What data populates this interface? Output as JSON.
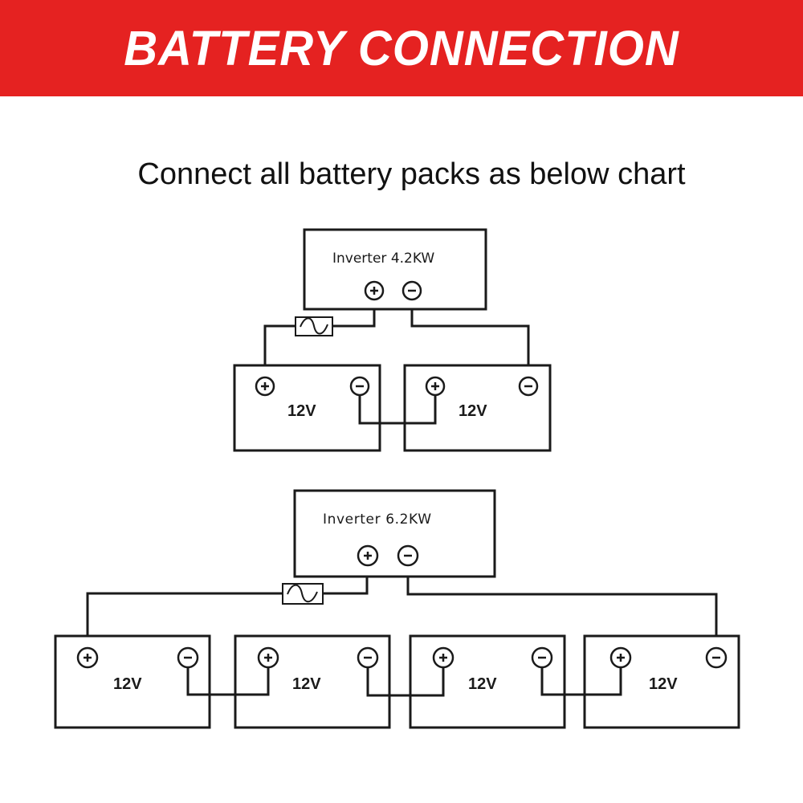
{
  "header": {
    "title": "BATTERY CONNECTION",
    "background_color": "#e52221",
    "text_color": "#ffffff"
  },
  "subtitle": "Connect all battery packs as below chart",
  "diagrams": [
    {
      "inverter_label": "Inverter 4.2KW",
      "battery_count": 2,
      "battery_label": "12V",
      "connection": "series",
      "has_fuse": true
    },
    {
      "inverter_label": "Inverter 6.2KW",
      "battery_count": 4,
      "battery_label": "12V",
      "connection": "series",
      "has_fuse": true
    }
  ],
  "terminal_symbols": {
    "positive": "+",
    "negative": "−"
  },
  "icons": {
    "terminal": "terminal-icon",
    "fuse": "fuse-icon"
  }
}
